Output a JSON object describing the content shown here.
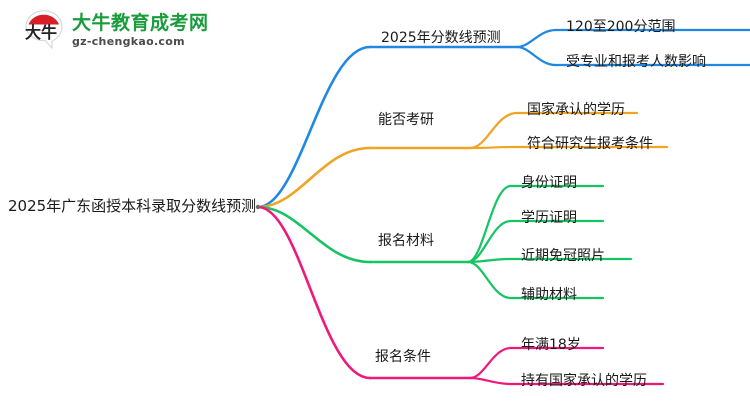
{
  "logo": {
    "badge_text": "大牛",
    "title": "大牛教育成考网",
    "subtitle": "gz-chengkao.com",
    "title_color": "#1a9c3c",
    "badge_color": "#d71f27"
  },
  "mindmap": {
    "root": {
      "label": "2025年广东函授本科录取分数线预测"
    },
    "branches": [
      {
        "label": "2025年分数线预测",
        "color": "#1f88e5",
        "children": [
          {
            "label": "120至200分范围"
          },
          {
            "label": "受专业和报考人数影响"
          }
        ]
      },
      {
        "label": "能否考研",
        "color": "#efa423",
        "children": [
          {
            "label": "国家承认的学历"
          },
          {
            "label": "符合研究生报考条件"
          }
        ]
      },
      {
        "label": "报名材料",
        "color": "#16c464",
        "children": [
          {
            "label": "身份证明"
          },
          {
            "label": "学历证明"
          },
          {
            "label": "近期免冠照片"
          },
          {
            "label": "辅助材料"
          }
        ]
      },
      {
        "label": "报名条件",
        "color": "#f0187a",
        "children": [
          {
            "label": "年满18岁"
          },
          {
            "label": "持有国家承认的学历"
          }
        ]
      }
    ]
  }
}
